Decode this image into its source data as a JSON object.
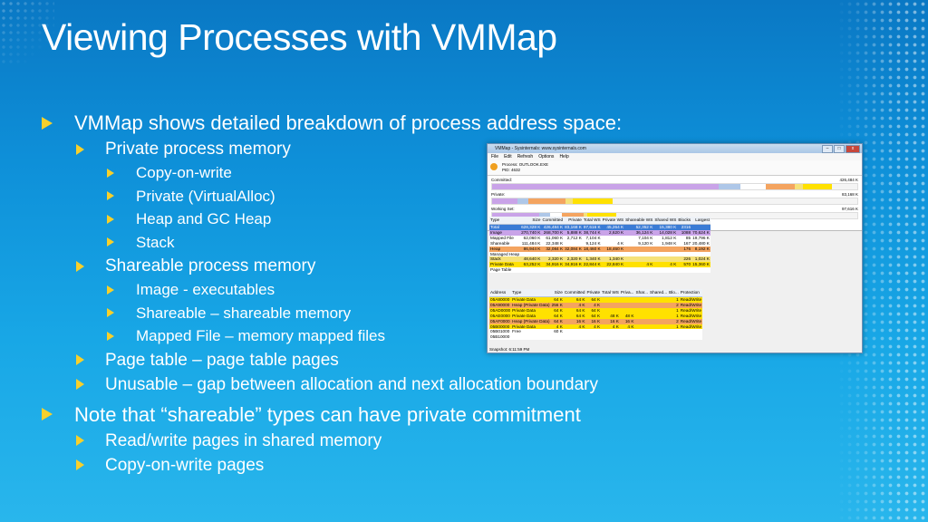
{
  "slide": {
    "title": "Viewing Processes with VMMap",
    "bullets": [
      {
        "level": 1,
        "text": "VMMap shows detailed breakdown of process address space:"
      },
      {
        "level": 2,
        "text": "Private process memory"
      },
      {
        "level": 3,
        "text": "Copy-on-write"
      },
      {
        "level": 3,
        "text": "Private (VirtualAlloc)"
      },
      {
        "level": 3,
        "text": "Heap and GC Heap"
      },
      {
        "level": 3,
        "text": "Stack"
      },
      {
        "level": 2,
        "text": "Shareable process memory"
      },
      {
        "level": 3,
        "text": "Image - executables"
      },
      {
        "level": 3,
        "text": "Shareable – shareable memory"
      },
      {
        "level": 3,
        "text": "Mapped File – memory mapped files"
      },
      {
        "level": 2,
        "text": "Page table – page table pages"
      },
      {
        "level": 2,
        "text": "Unusable – gap between allocation and next allocation boundary"
      },
      {
        "level": 1,
        "text": "Note that “shareable” types can have private commitment"
      },
      {
        "level": 2,
        "text": "Read/write pages in shared memory"
      },
      {
        "level": 2,
        "text": "Copy-on-write pages"
      }
    ],
    "bullet_color": "#f7d02b"
  },
  "window": {
    "title": "VMMap - Sysinternals: www.sysinternals.com",
    "controls": [
      "–",
      "□",
      "x"
    ],
    "menu": [
      "File",
      "Edit",
      "Refresh",
      "Options",
      "Help"
    ],
    "process_label": "Process:",
    "process_value": "OUTLOOK.EXE",
    "pid_label": "PID:",
    "pid_value": "4632",
    "committed_label": "Committed:",
    "committed_value": "426,484 K",
    "private_label": "Private:",
    "private_value": "83,168 K",
    "working_label": "Working Set:",
    "working_value": "97,616 K",
    "type_headers": [
      "Type",
      "Size",
      "Committed",
      "Private",
      "Total WS",
      "Private WS",
      "Shareable WS",
      "Shared WS",
      "Blocks",
      "Largest"
    ],
    "type_rows": [
      {
        "cells": [
          "Total",
          "628,328 K",
          "426,484 K",
          "83,168 K",
          "97,616 K",
          "45,264 K",
          "52,352 K",
          "15,380 K",
          "2316",
          ""
        ],
        "color": "#3a7bd5",
        "text_color": "#ffffff"
      },
      {
        "cells": [
          "Image",
          "270,740 K",
          "268,700 K",
          "5,888 K",
          "38,744 K",
          "2,620 K",
          "36,124 K",
          "14,028 K",
          "1088",
          "70,624 K"
        ],
        "color": "#c9a3e8",
        "text_color": "#000000"
      },
      {
        "cells": [
          "Mapped File",
          "62,060 K",
          "61,060 K",
          "2,712 K",
          "7,104 K",
          "",
          "7,104 K",
          "1,812 K",
          "85",
          "19,796 K"
        ],
        "color": "#ffffff",
        "text_color": "#000000"
      },
      {
        "cells": [
          "Shareable",
          "111,484 K",
          "22,348 K",
          "",
          "9,124 K",
          "4 K",
          "9,120 K",
          "1,948 K",
          "167",
          "20,480 K"
        ],
        "color": "#ffffff",
        "text_color": "#000000"
      },
      {
        "cells": [
          "Heap",
          "86,944 K",
          "32,084 K",
          "32,084 K",
          "18,460 K",
          "18,460 K",
          "",
          "",
          "176",
          "8,192 K"
        ],
        "color": "#f4a460",
        "text_color": "#000000"
      },
      {
        "cells": [
          "Managed Heap",
          "",
          "",
          "",
          "",
          "",
          "",
          "",
          "",
          ""
        ],
        "color": "#ffffff",
        "text_color": "#000000"
      },
      {
        "cells": [
          "Stack",
          "48,640 K",
          "2,320 K",
          "2,320 K",
          "1,340 K",
          "1,340 K",
          "",
          "",
          "226",
          "1,024 K"
        ],
        "color": "#f6e27a",
        "text_color": "#000000"
      },
      {
        "cells": [
          "Private Data",
          "63,252 K",
          "34,916 K",
          "34,916 K",
          "22,844 K",
          "22,840 K",
          "4 K",
          "4 K",
          "570",
          "15,360 K"
        ],
        "color": "#ffe100",
        "text_color": "#000000"
      },
      {
        "cells": [
          "Page Table",
          "",
          "",
          "",
          "",
          "",
          "",
          "",
          "",
          ""
        ],
        "color": "#ffffff",
        "text_color": "#000000"
      }
    ],
    "detail_headers": [
      "Address",
      "Type",
      "Size",
      "Committed",
      "Private",
      "Total WS",
      "Priva...",
      "Shar...",
      "Shared...",
      "Blo...",
      "Protection"
    ],
    "detail_rows": [
      {
        "cells": [
          "05A80000",
          "Private Data",
          "64 K",
          "64 K",
          "64 K",
          "",
          "",
          "",
          "",
          "1",
          "Read/Write"
        ],
        "color": "#ffe100"
      },
      {
        "cells": [
          "05A90000",
          "Heap (Private Data)",
          "256 K",
          "4 K",
          "4 K",
          "",
          "",
          "",
          "",
          "2",
          "Read/Write"
        ],
        "color": "#f4a460"
      },
      {
        "cells": [
          "05AD0000",
          "Private Data",
          "64 K",
          "64 K",
          "64 K",
          "",
          "",
          "",
          "",
          "1",
          "Read/Write"
        ],
        "color": "#ffe100"
      },
      {
        "cells": [
          "05AE0000",
          "Private Data",
          "64 K",
          "64 K",
          "64 K",
          "48 K",
          "48 K",
          "",
          "",
          "1",
          "Read/Write"
        ],
        "color": "#ffe100"
      },
      {
        "cells": [
          "05AF0000",
          "Heap (Private Data)",
          "64 K",
          "16 K",
          "16 K",
          "16 K",
          "16 K",
          "",
          "",
          "2",
          "Read/Write"
        ],
        "color": "#f4a460"
      },
      {
        "cells": [
          "05B00000",
          "Private Data",
          "4 K",
          "4 K",
          "4 K",
          "4 K",
          "4 K",
          "",
          "",
          "1",
          "Read/Write"
        ],
        "color": "#ffe100"
      },
      {
        "cells": [
          "05B01000",
          "Free",
          "60 K",
          "",
          "",
          "",
          "",
          "",
          "",
          "",
          ""
        ],
        "color": "#ffffff"
      },
      {
        "cells": [
          "05B10000",
          "",
          "",
          "",
          "",
          "",
          "",
          "",
          "",
          "",
          ""
        ],
        "color": "#ffffff"
      }
    ],
    "status": "Snapshot: 6:11:59 PM"
  }
}
